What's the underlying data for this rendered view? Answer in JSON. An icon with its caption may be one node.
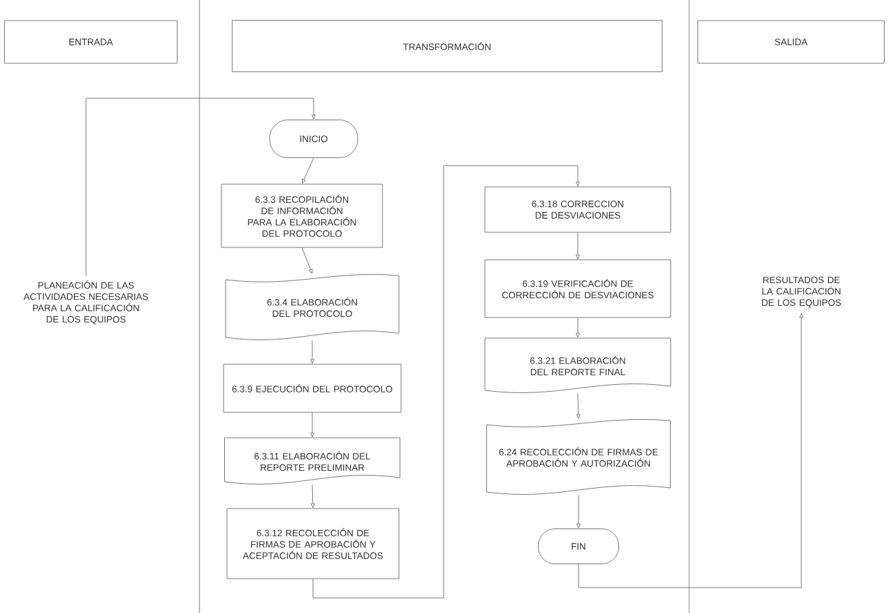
{
  "diagram": {
    "nodes": [
      {
        "text": [
          "ENTRADA"
        ]
      },
      {
        "text": [
          "TRANSFORMACIÓN"
        ]
      },
      {
        "text": [
          "SALIDA"
        ]
      },
      {
        "text": [
          "PLANEACIÓN DE LAS ACTIVIDADES NECESARIAS PARA LA CALIFICACIÓN DE LOS EQUIPOS"
        ]
      },
      {
        "text": [
          "INICIO"
        ]
      },
      {
        "text": [
          "6.3.3 RECOPILACIÓN DE INFORMACIÓN PARA LA ELABORACIÓN DEL PROTOCOLO"
        ]
      },
      {
        "text": [
          "6.3.4 ELABORACIÓN DEL PROTOCOLO"
        ]
      },
      {
        "text": [
          "6.3.9 EJECUCIÓN DEL PROTOCOLO"
        ]
      },
      {
        "text": [
          "6.3.11 ELABORACIÓN DEL REPORTE PRELIMINAR"
        ]
      },
      {
        "text": [
          "6.3.12 RECOLECCIÓN DE FIRMAS DE APROBACIÓN Y ACEPTACIÓN DE RESULTADOS"
        ]
      },
      {
        "text": [
          "6.3.18 CORRECCION DE DESVIACIONES"
        ]
      },
      {
        "text": [
          "6.3.19 VERIFICACIÓN DE CORRECCIÓN DE DESVIACIONES"
        ]
      },
      {
        "text": [
          "6.3.21 ELABORACIÓN DEL REPORTE FINAL"
        ]
      },
      {
        "text": [
          "6.24 RECOLECCIÓN DE FIRMAS DE APROBACIÓN Y AUTORIZACIÓN"
        ]
      },
      {
        "text": [
          "FIN"
        ]
      },
      {
        "text": [
          "RESULTADOS DE LA CALIFICACIÓN DE LOS EQUIPOS"
        ]
      }
    ],
    "edges": [
      {
        "from": 3,
        "to": 4,
        "arrow": "to"
      },
      {
        "from": 4,
        "to": 5,
        "arrow": "to"
      },
      {
        "from": 5,
        "to": 6,
        "arrow": "to"
      },
      {
        "from": 6,
        "to": 7,
        "arrow": "to"
      },
      {
        "from": 7,
        "to": 8,
        "arrow": "to"
      },
      {
        "from": 8,
        "to": 9,
        "arrow": "to"
      },
      {
        "from": 9,
        "to": 10,
        "arrow": "to"
      },
      {
        "from": 10,
        "to": 11,
        "arrow": "to"
      },
      {
        "from": 11,
        "to": 12,
        "arrow": "to"
      },
      {
        "from": 12,
        "to": 13,
        "arrow": "to"
      },
      {
        "from": 13,
        "to": 14,
        "arrow": "to"
      },
      {
        "from": 14,
        "to": 15,
        "arrow": "to"
      }
    ]
  }
}
